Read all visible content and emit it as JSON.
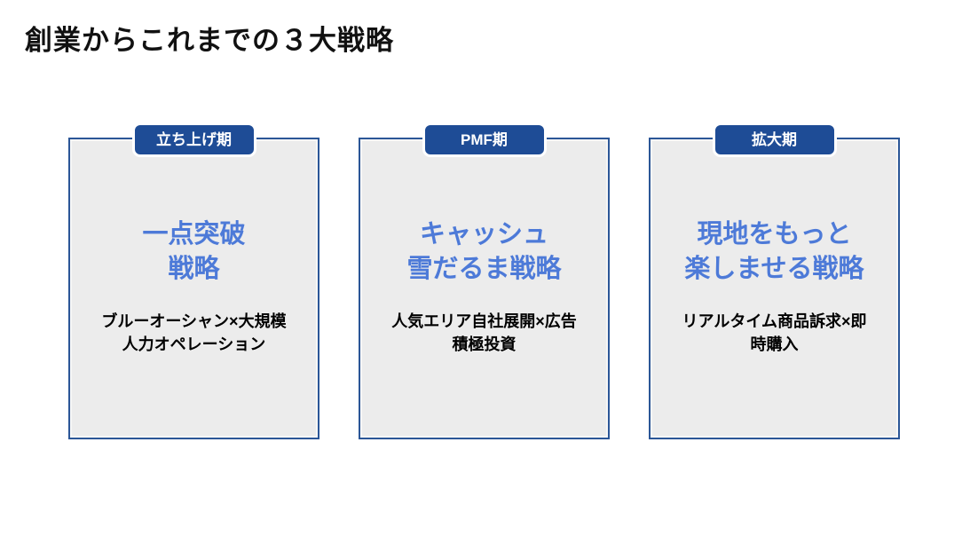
{
  "slide": {
    "title": "創業からこれまでの３大戦略"
  },
  "colors": {
    "badge_bg": "#1e4c96",
    "card_border": "#2b5697",
    "card_bg": "#ececec",
    "strategy_text": "#4d7ad8",
    "body_text": "#000000"
  },
  "cards": [
    {
      "phase": "立ち上げ期",
      "strategy": "一点突破\n戦略",
      "description": "ブルーオーシャン×大規模\n人力オペレーション"
    },
    {
      "phase": "PMF期",
      "strategy": "キャッシュ\n雪だるま戦略",
      "description": "人気エリア自社展開×広告\n積極投資"
    },
    {
      "phase": "拡大期",
      "strategy": "現地をもっと\n楽しませる戦略",
      "description": "リアルタイム商品訴求×即\n時購入"
    }
  ]
}
